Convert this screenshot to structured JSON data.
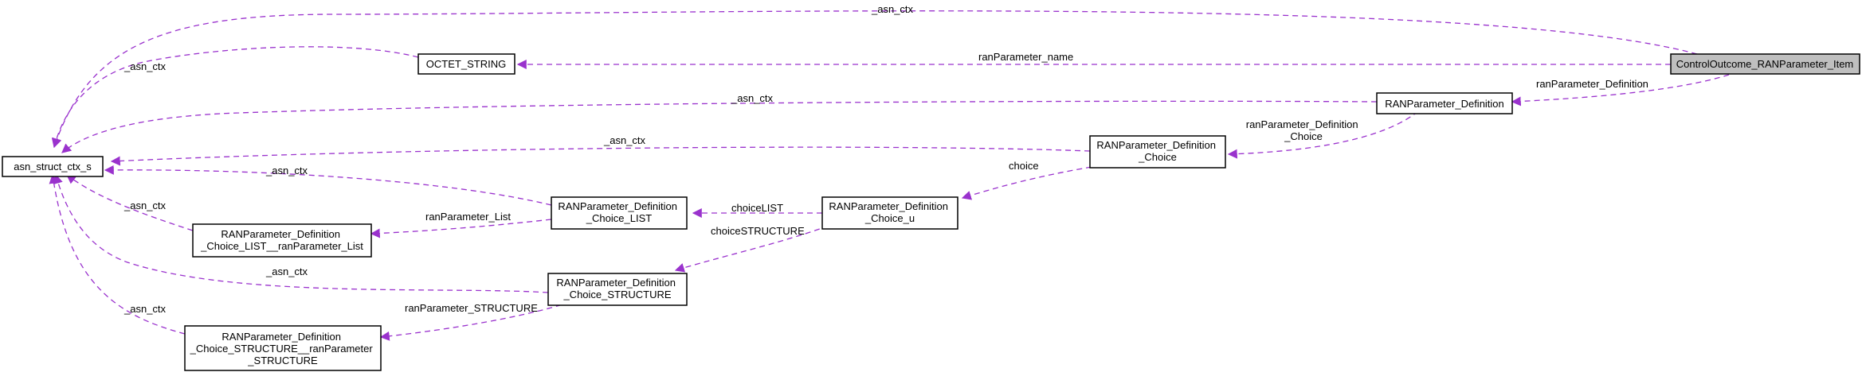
{
  "diagram": {
    "nodes": {
      "root": {
        "lines": [
          "ControlOutcome_RANParameter_Item"
        ]
      },
      "octet": {
        "lines": [
          "OCTET_STRING"
        ]
      },
      "ctx": {
        "lines": [
          "asn_struct_ctx_s"
        ]
      },
      "def": {
        "lines": [
          "RANParameter_Definition"
        ]
      },
      "choice": {
        "lines": [
          "RANParameter_Definition",
          "_Choice"
        ]
      },
      "choice_u": {
        "lines": [
          "RANParameter_Definition",
          "_Choice_u"
        ]
      },
      "choice_list": {
        "lines": [
          "RANParameter_Definition",
          "_Choice_LIST"
        ]
      },
      "list_item": {
        "lines": [
          "RANParameter_Definition",
          "_Choice_LIST__ranParameter_List"
        ]
      },
      "choice_struct": {
        "lines": [
          "RANParameter_Definition",
          "_Choice_STRUCTURE"
        ]
      },
      "struct_item": {
        "lines": [
          "RANParameter_Definition",
          "_Choice_STRUCTURE__ranParameter",
          "_STRUCTURE"
        ]
      }
    },
    "edges": {
      "root_ctx": {
        "label": [
          "_asn_ctx"
        ]
      },
      "root_octet": {
        "label": [
          "ranParameter_name"
        ]
      },
      "root_def": {
        "label": [
          "ranParameter_Definition"
        ]
      },
      "octet_ctx": {
        "label": [
          "_asn_ctx"
        ]
      },
      "def_ctx": {
        "label": [
          "_asn_ctx"
        ]
      },
      "def_choice": {
        "label": [
          "ranParameter_Definition",
          "_Choice"
        ]
      },
      "choice_ctx": {
        "label": [
          "_asn_ctx"
        ]
      },
      "choice_u": {
        "label": [
          "choice"
        ]
      },
      "u_list": {
        "label": [
          "choiceLIST"
        ]
      },
      "u_struct": {
        "label": [
          "choiceSTRUCTURE"
        ]
      },
      "list_ctx": {
        "label": [
          "_asn_ctx"
        ]
      },
      "list_item": {
        "label": [
          "ranParameter_List"
        ]
      },
      "listitem_ctx": {
        "label": [
          "_asn_ctx"
        ]
      },
      "struct_ctx": {
        "label": [
          "_asn_ctx"
        ]
      },
      "struct_item": {
        "label": [
          "ranParameter_STRUCTURE"
        ]
      },
      "structitem_ctx": {
        "label": [
          "_asn_ctx"
        ]
      }
    }
  }
}
